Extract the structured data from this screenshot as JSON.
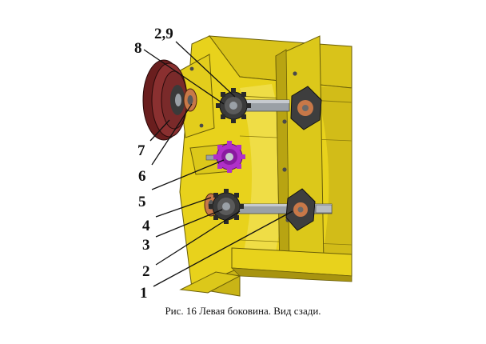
{
  "caption": "Рис. 16 Левая боковина. Вид сзади.",
  "callouts": [
    {
      "id": "callout-2-9",
      "label": "2,9"
    },
    {
      "id": "callout-8",
      "label": "8"
    },
    {
      "id": "callout-7",
      "label": "7"
    },
    {
      "id": "callout-6",
      "label": "6"
    },
    {
      "id": "callout-5",
      "label": "5"
    },
    {
      "id": "callout-4",
      "label": "4"
    },
    {
      "id": "callout-3",
      "label": "3"
    },
    {
      "id": "callout-2",
      "label": "2"
    },
    {
      "id": "callout-1",
      "label": "1"
    }
  ],
  "colors": {
    "housing_yellow": "#e8d21c",
    "housing_dark": "#a89410",
    "housing_light": "#f4e66a",
    "bracket_yellow": "#dcc81a",
    "steel": "#9aa0a6",
    "sprocket_dark": "#3a3a3a",
    "sprocket_highlight": "#b030c8",
    "pulley_brown": "#7a2a2a",
    "bearing_orange": "#c87848"
  }
}
